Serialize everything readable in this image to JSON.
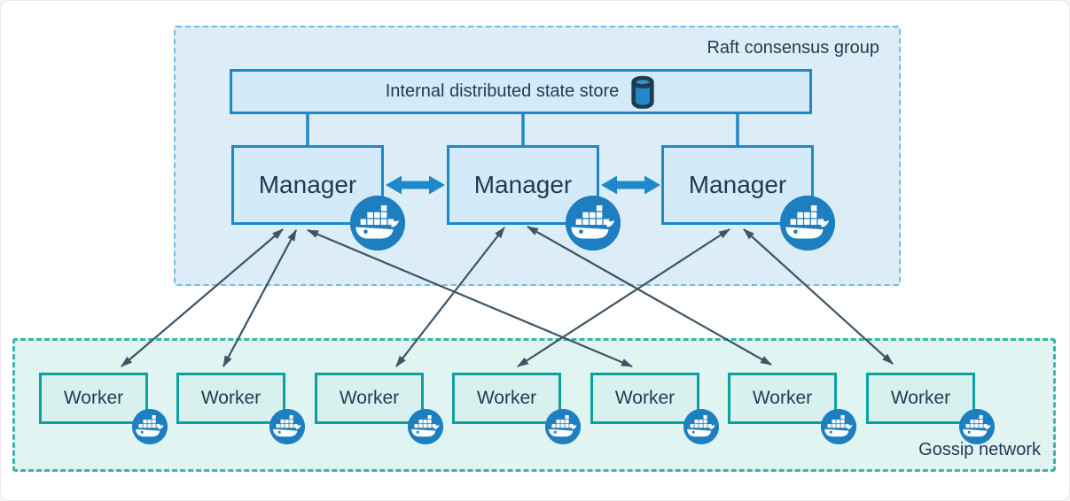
{
  "raft_group": {
    "label": "Raft consensus group"
  },
  "state_store": {
    "label": "Internal distributed state store",
    "icon": "database-cylinder-icon"
  },
  "managers": [
    {
      "id": "manager-1",
      "label": "Manager",
      "icon": "docker-whale-icon"
    },
    {
      "id": "manager-2",
      "label": "Manager",
      "icon": "docker-whale-icon"
    },
    {
      "id": "manager-3",
      "label": "Manager",
      "icon": "docker-whale-icon"
    }
  ],
  "workers": [
    {
      "id": "worker-1",
      "label": "Worker",
      "icon": "docker-whale-icon"
    },
    {
      "id": "worker-2",
      "label": "Worker",
      "icon": "docker-whale-icon"
    },
    {
      "id": "worker-3",
      "label": "Worker",
      "icon": "docker-whale-icon"
    },
    {
      "id": "worker-4",
      "label": "Worker",
      "icon": "docker-whale-icon"
    },
    {
      "id": "worker-5",
      "label": "Worker",
      "icon": "docker-whale-icon"
    },
    {
      "id": "worker-6",
      "label": "Worker",
      "icon": "docker-whale-icon"
    },
    {
      "id": "worker-7",
      "label": "Worker",
      "icon": "docker-whale-icon"
    }
  ],
  "gossip_network": {
    "label": "Gossip network"
  },
  "connections": {
    "store_to_managers": [
      "manager-1",
      "manager-2",
      "manager-3"
    ],
    "manager_peer_links": [
      [
        "manager-1",
        "manager-2"
      ],
      [
        "manager-2",
        "manager-3"
      ]
    ],
    "manager_worker_links": [
      [
        "manager-1",
        "worker-1"
      ],
      [
        "manager-1",
        "worker-2"
      ],
      [
        "manager-1",
        "worker-5"
      ],
      [
        "manager-2",
        "worker-3"
      ],
      [
        "manager-2",
        "worker-6"
      ],
      [
        "manager-3",
        "worker-4"
      ],
      [
        "manager-3",
        "worker-7"
      ]
    ]
  },
  "colors": {
    "raft_fill": "#dcedf8",
    "raft_border": "#70bde6",
    "blue_node_fill": "#d5eaf8",
    "blue_node_border": "#1e88c8",
    "gossip_fill": "#e0f5f1",
    "gossip_border": "#39b6ab",
    "worker_fill": "#d8f1ef",
    "worker_border": "#0da0a0",
    "docker_badge_blue": "#1e7fc0",
    "dark_arrow": "#3d5565",
    "text": "#1d3c52"
  }
}
